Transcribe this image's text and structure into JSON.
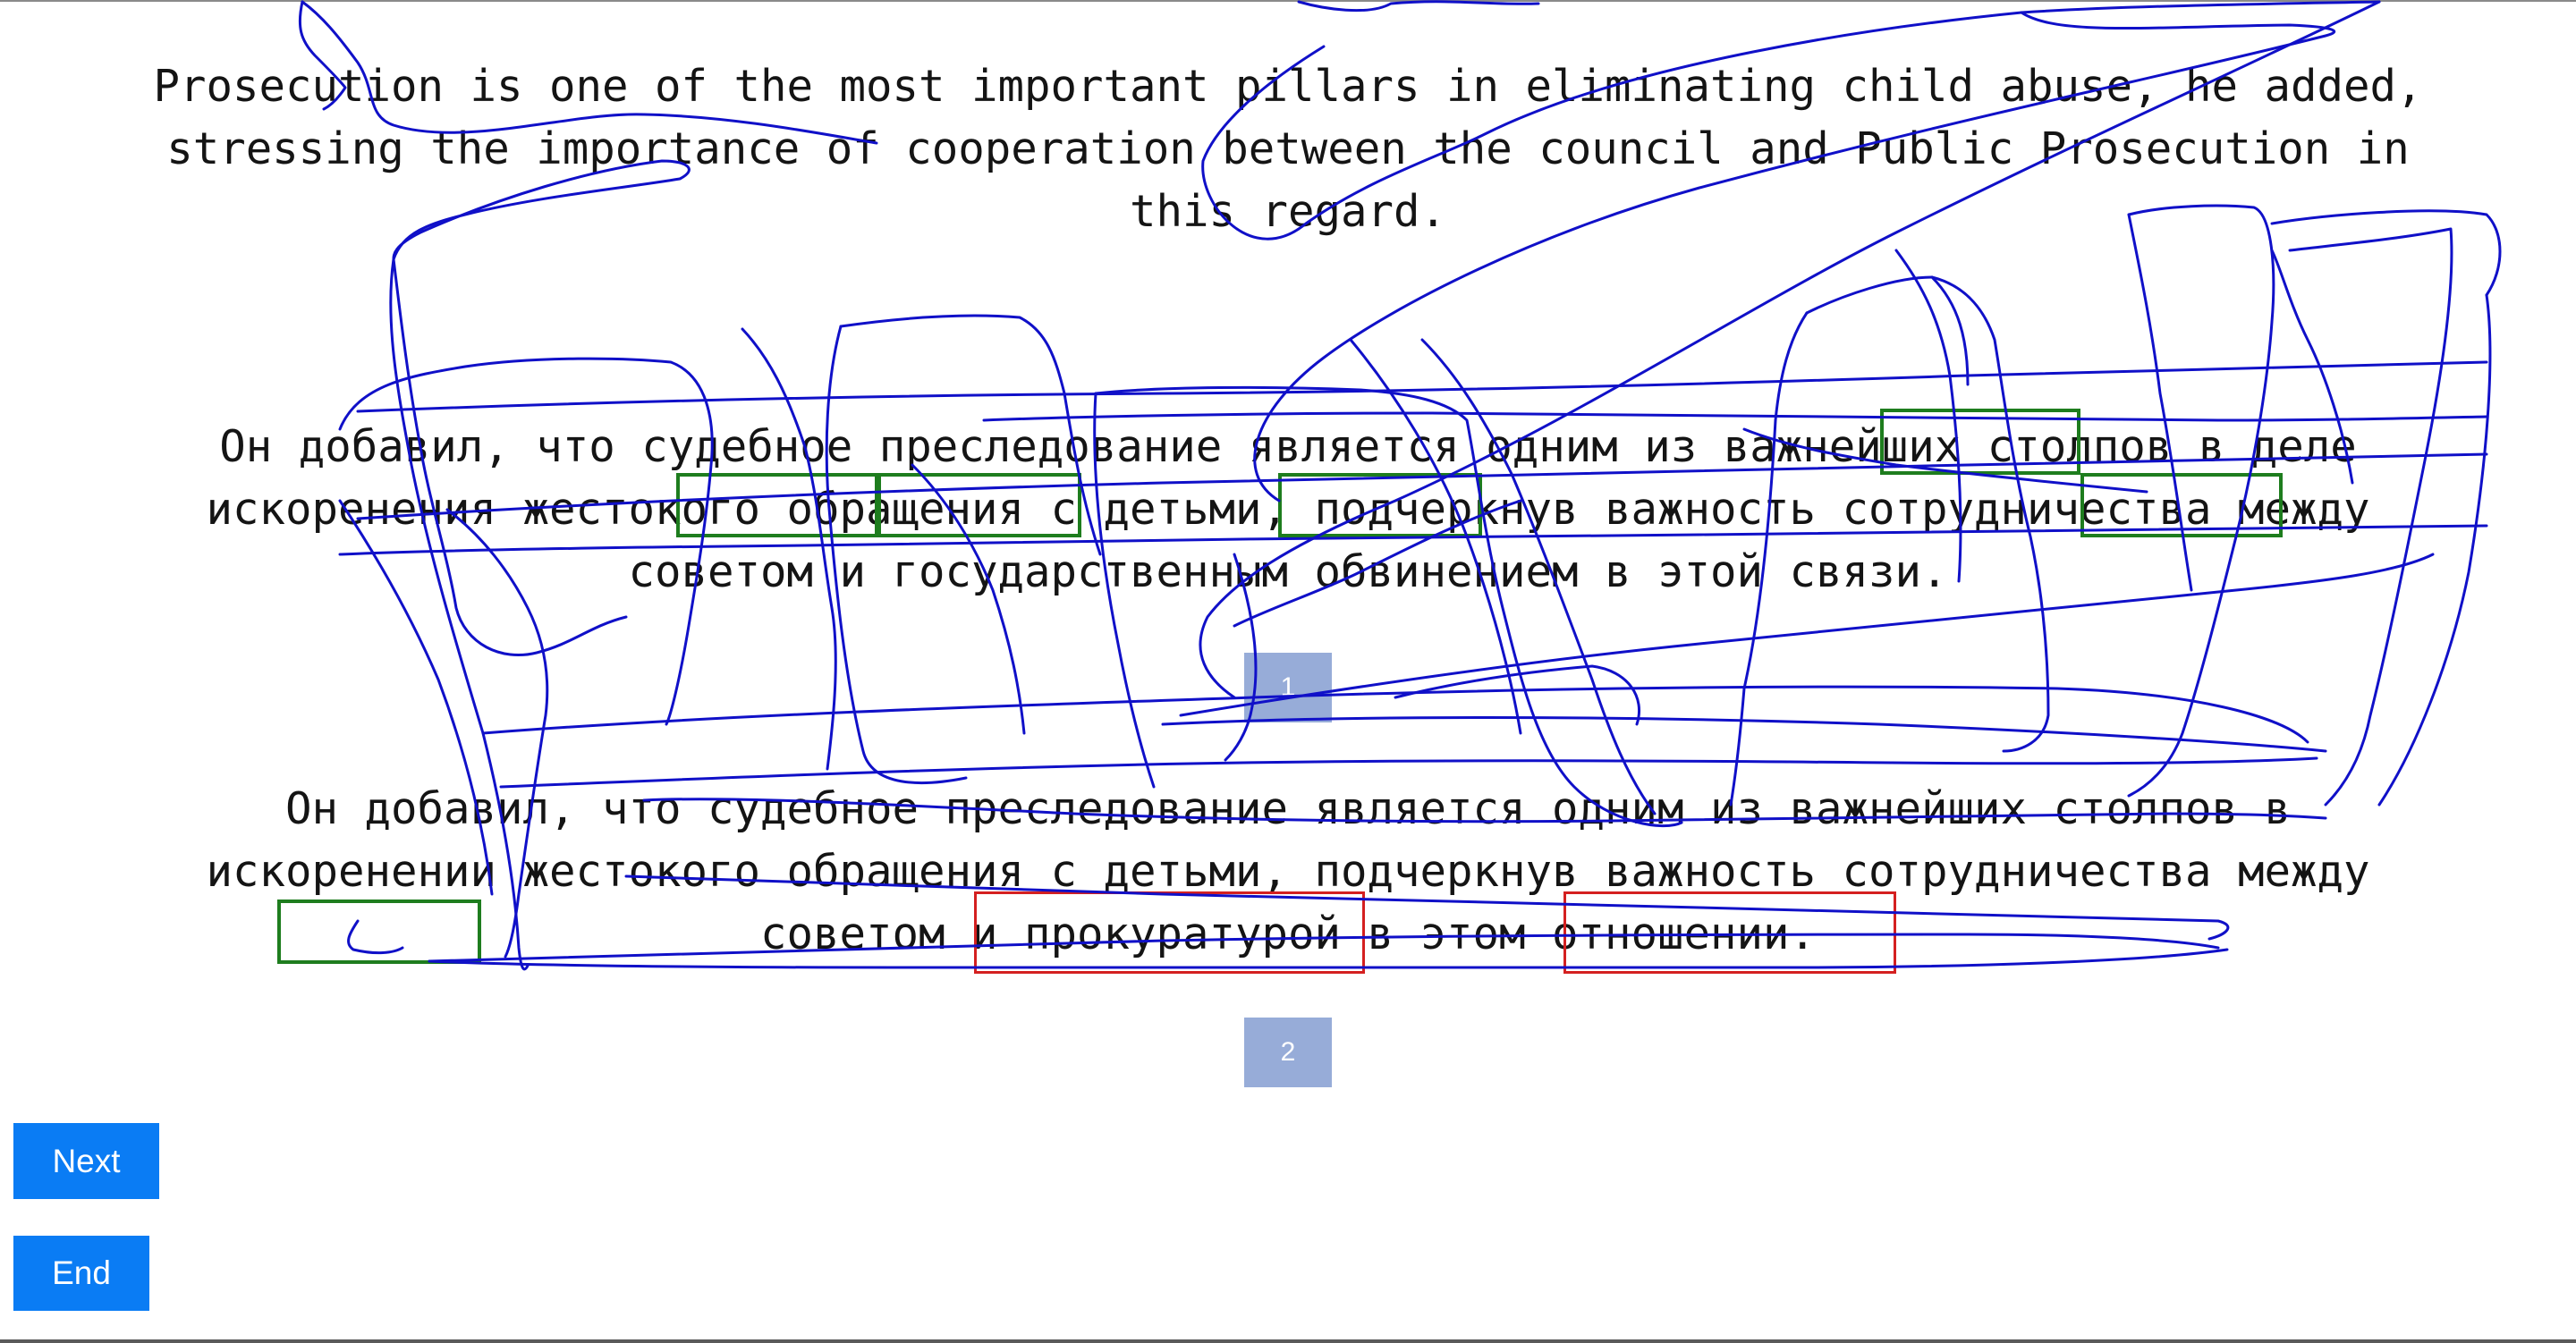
{
  "source": {
    "lines": [
      "Prosecution is one of the most important pillars in eliminating child abuse, he added,",
      "stressing the importance of cooperation between the council and Public Prosecution in",
      "this regard."
    ]
  },
  "translations": [
    {
      "number": "1",
      "lines": [
        "Он добавил, что судебное преследование является одним из важнейших столпов в деле",
        "искоренения жестокого обращения с детьми, подчеркнув важность сотрудничества между",
        "советом и государственным обвинением в этой связи."
      ]
    },
    {
      "number": "2",
      "lines": [
        "Он добавил, что судебное преследование является одним из важнейших столпов в",
        "искоренении жестокого обращения с детьми, подчеркнув важность сотрудничества между",
        "советом и прокуратурой в этом отношении."
      ]
    }
  ],
  "buttons": {
    "next_label": "Next",
    "end_label": "End"
  },
  "colors": {
    "scribble": "#1010c8",
    "highlight_good": "#1e7d1e",
    "highlight_bad": "#d42020",
    "badge": "#97acd8",
    "button": "#0a7cf4"
  }
}
